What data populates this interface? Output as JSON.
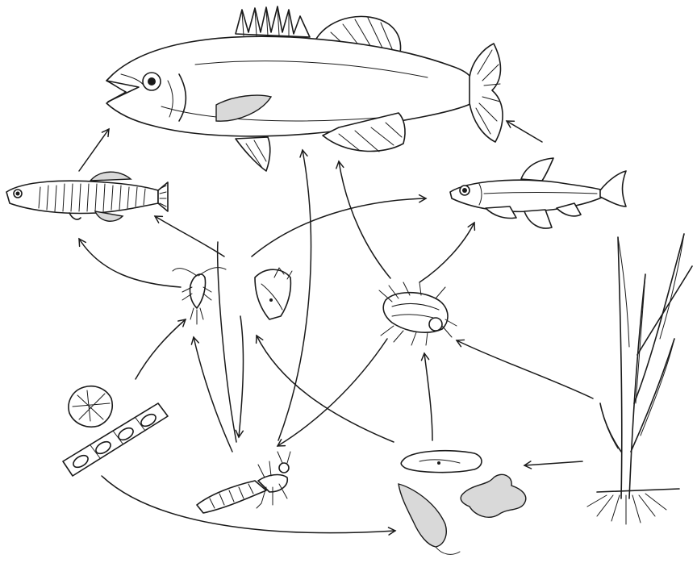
{
  "diagram": {
    "type": "food-web",
    "organisms": [
      {
        "id": "bass",
        "icon": "largemouth-bass-icon"
      },
      {
        "id": "killifish",
        "icon": "banded-killifish-icon"
      },
      {
        "id": "minnow",
        "icon": "minnow-icon"
      },
      {
        "id": "copepod",
        "icon": "copepod-icon"
      },
      {
        "id": "mayfly-nymph",
        "icon": "mayfly-nymph-icon"
      },
      {
        "id": "hydra",
        "icon": "hydra-icon"
      },
      {
        "id": "desmid",
        "icon": "desmid-icon"
      },
      {
        "id": "diatom",
        "icon": "filamentous-alga-icon"
      },
      {
        "id": "midge-larva",
        "icon": "insect-larva-icon"
      },
      {
        "id": "paramecium",
        "icon": "paramecium-icon"
      },
      {
        "id": "euglena",
        "icon": "euglena-icon"
      },
      {
        "id": "amoeba",
        "icon": "amoeba-icon"
      },
      {
        "id": "pond-grass",
        "icon": "pond-grass-icon"
      }
    ],
    "links": [
      {
        "from": "killifish",
        "to": "bass"
      },
      {
        "from": "minnow",
        "to": "bass"
      },
      {
        "from": "copepod",
        "to": "killifish"
      },
      {
        "from": "hydra",
        "to": "killifish"
      },
      {
        "from": "copepod",
        "to": "minnow"
      },
      {
        "from": "mayfly-nymph",
        "to": "minnow"
      },
      {
        "from": "mayfly-nymph",
        "to": "bass"
      },
      {
        "from": "midge-larva",
        "to": "bass"
      },
      {
        "from": "desmid",
        "to": "copepod"
      },
      {
        "from": "midge-larva",
        "to": "copepod"
      },
      {
        "from": "copepod",
        "to": "midge-larva"
      },
      {
        "from": "paramecium",
        "to": "hydra"
      },
      {
        "from": "mayfly-nymph",
        "to": "midge-larva"
      },
      {
        "from": "paramecium",
        "to": "mayfly-nymph"
      },
      {
        "from": "pond-grass",
        "to": "mayfly-nymph"
      },
      {
        "from": "pond-grass",
        "to": "paramecium"
      },
      {
        "from": "diatom",
        "to": "euglena"
      }
    ]
  }
}
